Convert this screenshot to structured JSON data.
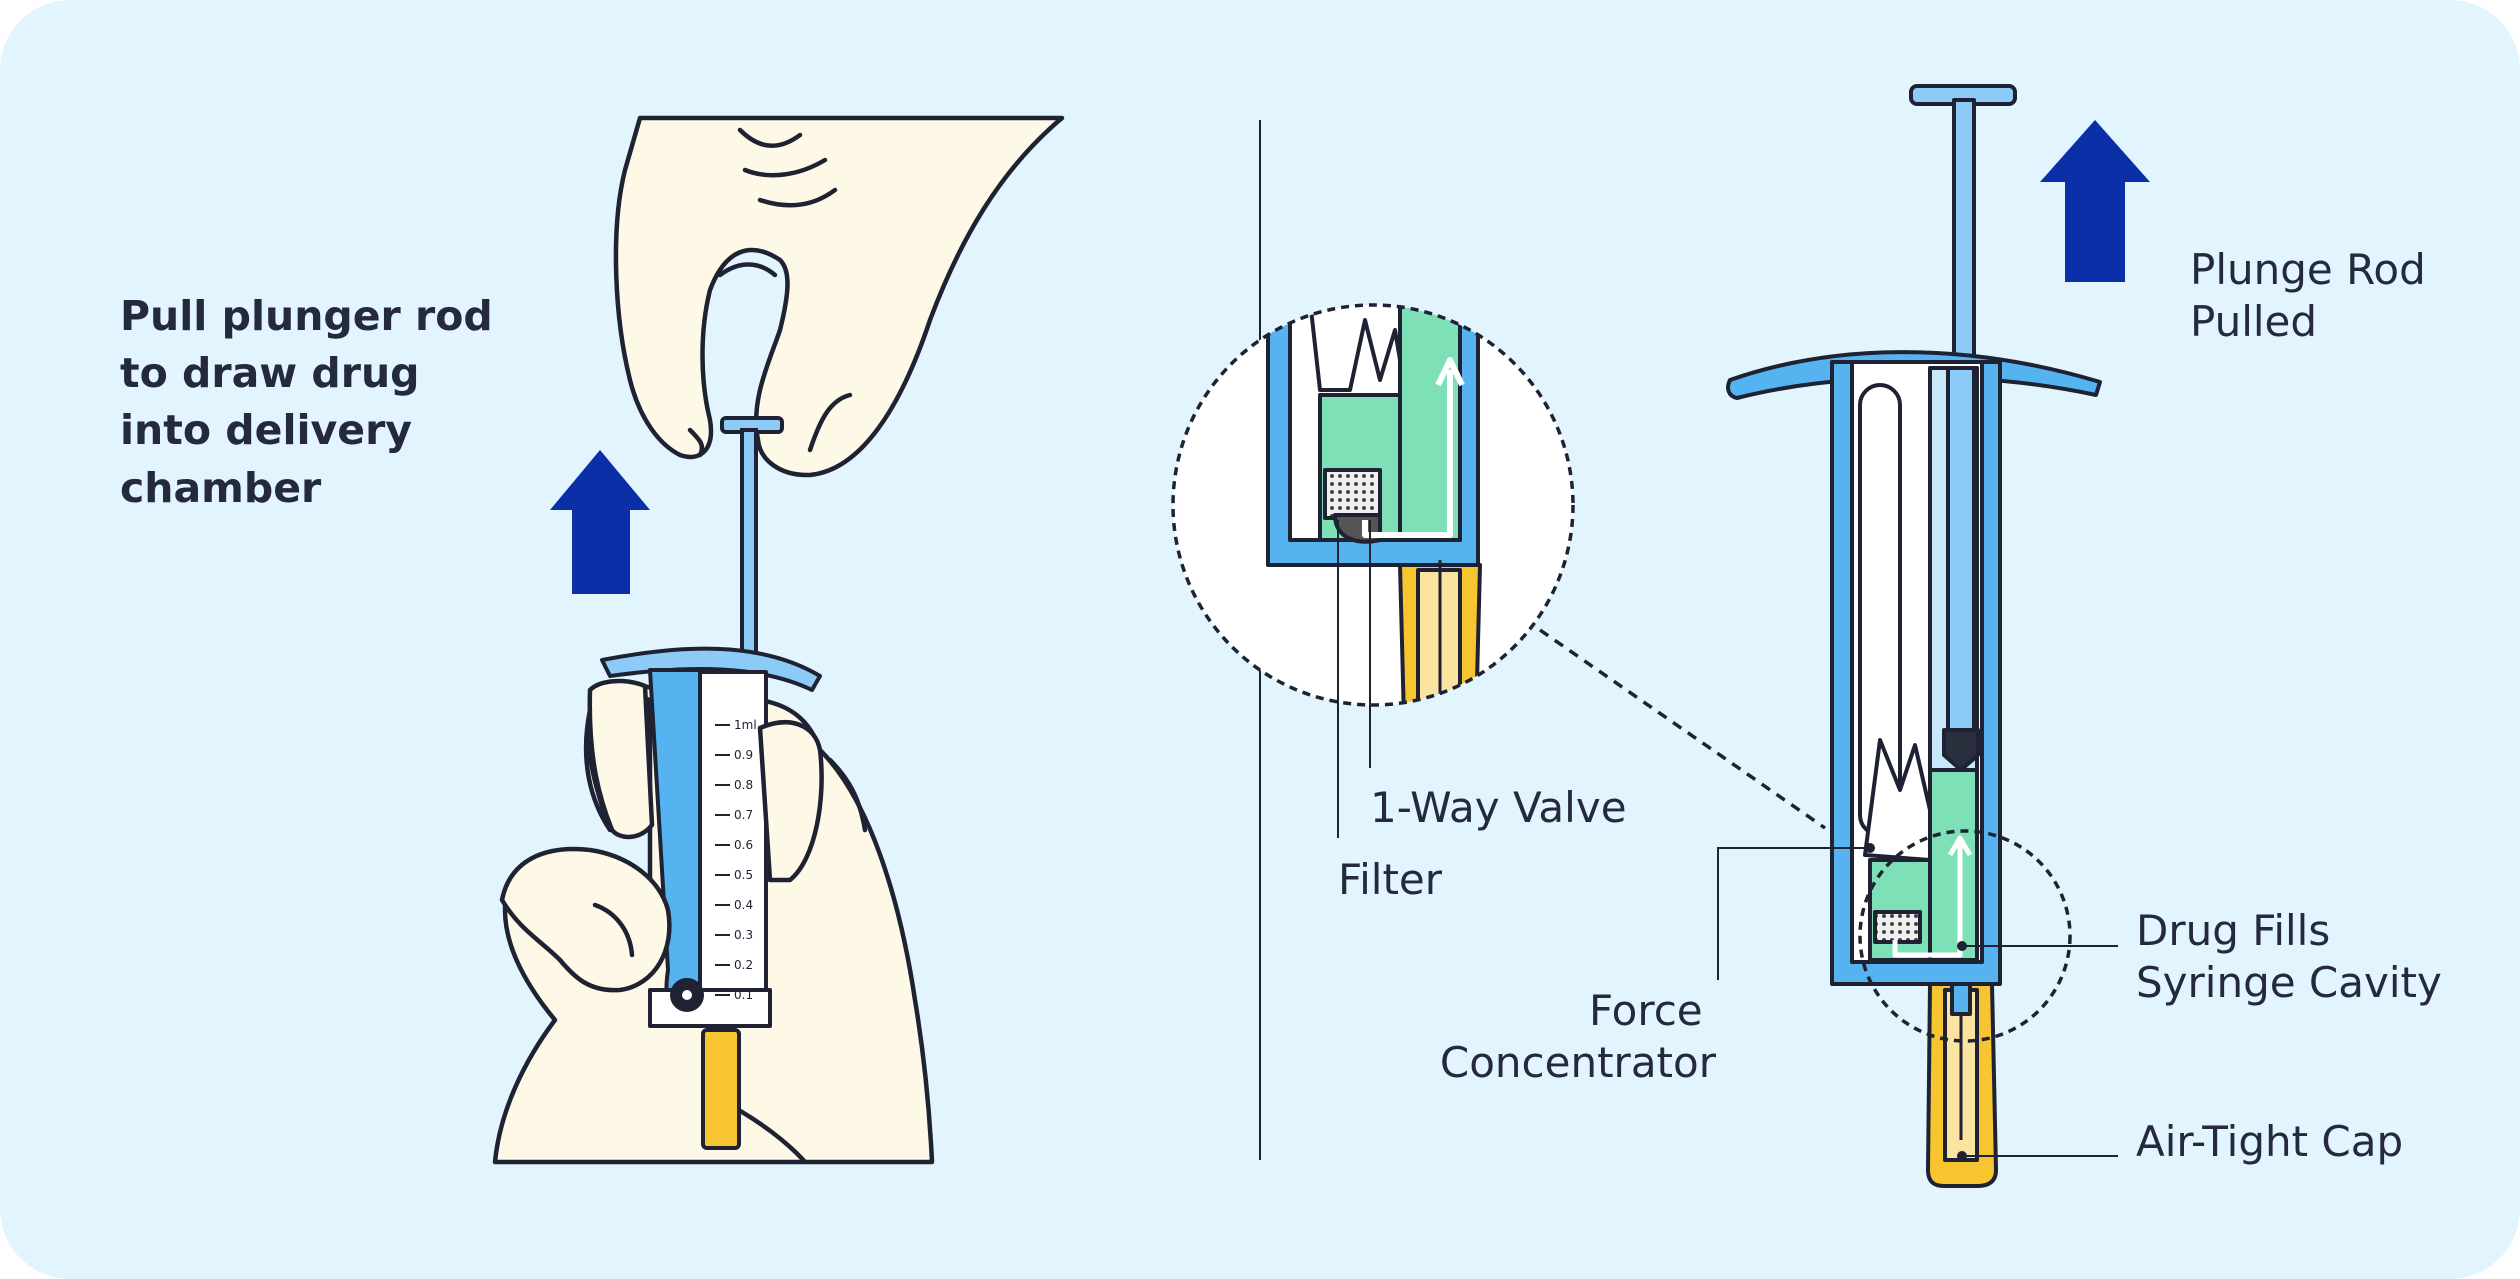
{
  "instruction": {
    "lines": [
      "Pull plunger rod",
      "to draw drug",
      "into delivery",
      "chamber"
    ]
  },
  "syringe_scale": {
    "ticks": [
      "1ml",
      "0.9",
      "0.8",
      "0.7",
      "0.6",
      "0.5",
      "0.4",
      "0.3",
      "0.2",
      "0.1"
    ]
  },
  "labels": {
    "plunge_rod": [
      "Plunge Rod",
      "Pulled"
    ],
    "one_way_valve": "1-Way Valve",
    "filter": "Filter",
    "force_concentrator": [
      "Force",
      "Concentrator"
    ],
    "drug_fills": [
      "Drug Fills",
      "Syringe Cavity"
    ],
    "air_tight_cap": "Air-Tight Cap"
  },
  "colors": {
    "background": "#e2f4fd",
    "outline": "#1e2233",
    "skin": "#fef9e7",
    "barrel_blue": "#8ccbf7",
    "barrel_mid": "#55b3f0",
    "arrow_blue": "#0a2fa6",
    "drug_green": "#7ee0b7",
    "cap_yellow": "#f7c530"
  }
}
